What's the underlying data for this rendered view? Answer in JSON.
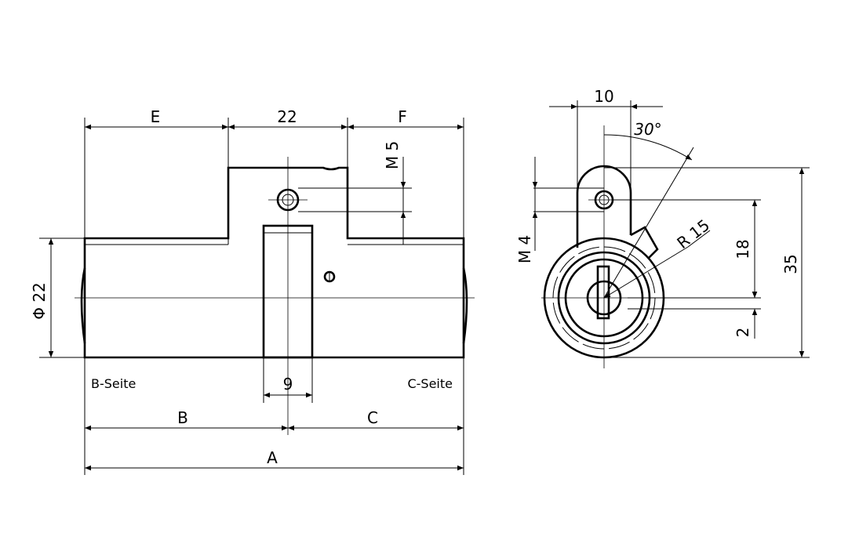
{
  "front_view": {
    "dim_E": "E",
    "dim_22_top": "22",
    "dim_F": "F",
    "dim_M5": "M 5",
    "dim_phi22": "Φ 22",
    "label_b_side": "B-Seite",
    "label_c_side": "C-Seite",
    "dim_9": "9",
    "dim_B": "B",
    "dim_C": "C",
    "dim_A": "A"
  },
  "side_view": {
    "dim_10": "10",
    "angle_30": "30°",
    "dim_M4": "M 4",
    "dim_R15": "R 15",
    "dim_18": "18",
    "dim_35": "35",
    "dim_2": "2"
  }
}
